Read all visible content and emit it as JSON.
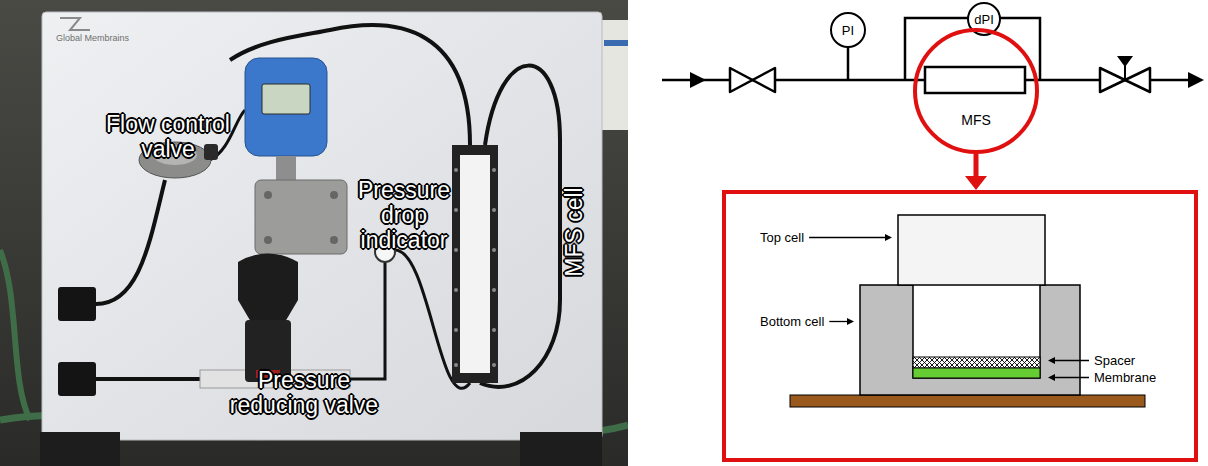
{
  "diagram": {
    "nodes": [
      {
        "text": [
          "PI"
        ]
      },
      {
        "text": [
          "dPI"
        ]
      },
      {
        "text": [
          "MFS"
        ]
      },
      {
        "text": [
          "Top cell",
          "Bottom cell",
          "Spacer",
          "Membrane"
        ]
      }
    ],
    "edges": [
      {
        "from": 2,
        "to": 3,
        "arrow": "to"
      }
    ],
    "labels": [
      "Global Membrains",
      "Flow control valve",
      "Pressure drop indicator",
      "MFS cell",
      "Pressure reducing valve"
    ]
  }
}
